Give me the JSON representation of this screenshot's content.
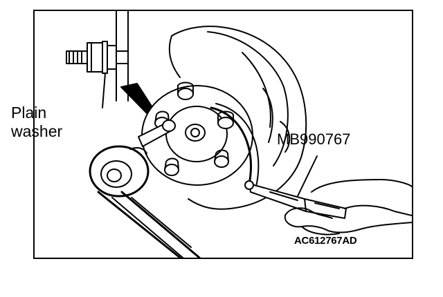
{
  "labels": {
    "plain_washer_line1": "Plain",
    "plain_washer_line2": "washer",
    "special_tool": "MB990767",
    "figure_code": "AC612767AD"
  },
  "colors": {
    "ink": "#000000",
    "paper": "#ffffff"
  }
}
